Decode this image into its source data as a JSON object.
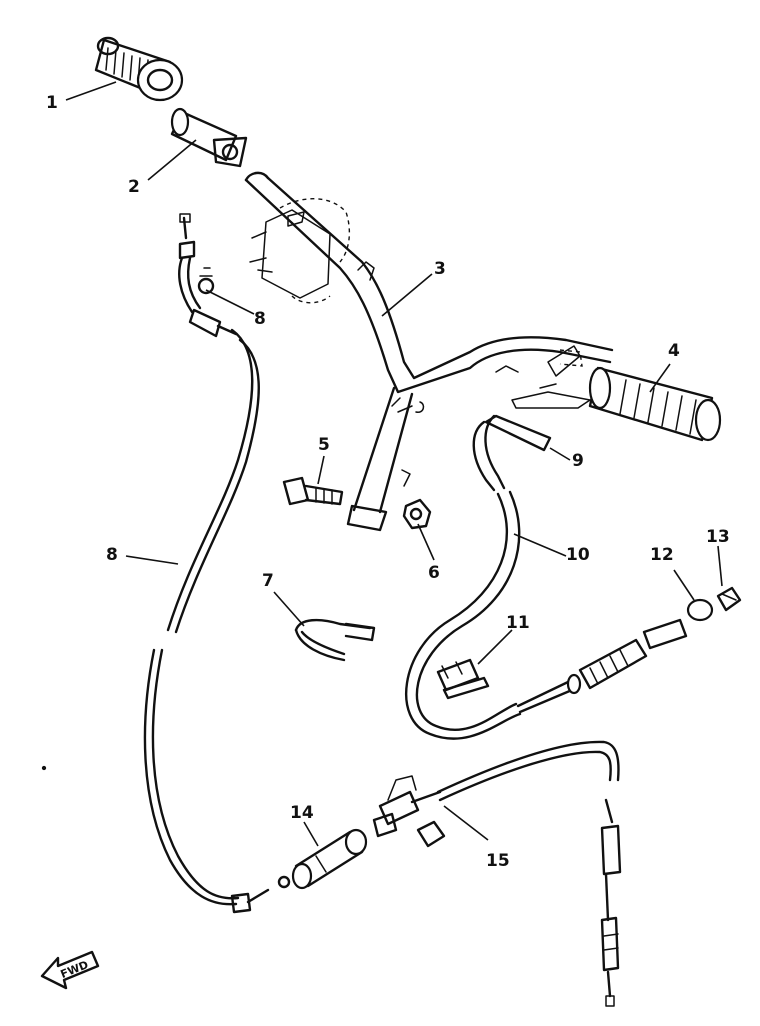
{
  "callouts": [
    {
      "id": "1",
      "label": "1"
    },
    {
      "id": "2",
      "label": "2"
    },
    {
      "id": "3",
      "label": "3"
    },
    {
      "id": "4",
      "label": "4"
    },
    {
      "id": "5",
      "label": "5"
    },
    {
      "id": "6",
      "label": "6"
    },
    {
      "id": "7",
      "label": "7"
    },
    {
      "id": "8",
      "label": "8"
    },
    {
      "id": "8b",
      "label": "8"
    },
    {
      "id": "9",
      "label": "9"
    },
    {
      "id": "10",
      "label": "10"
    },
    {
      "id": "11",
      "label": "11"
    },
    {
      "id": "12",
      "label": "12"
    },
    {
      "id": "13",
      "label": "13"
    },
    {
      "id": "14",
      "label": "14"
    },
    {
      "id": "15",
      "label": "15"
    }
  ],
  "fwd_arrow": {
    "label": "FWD"
  }
}
